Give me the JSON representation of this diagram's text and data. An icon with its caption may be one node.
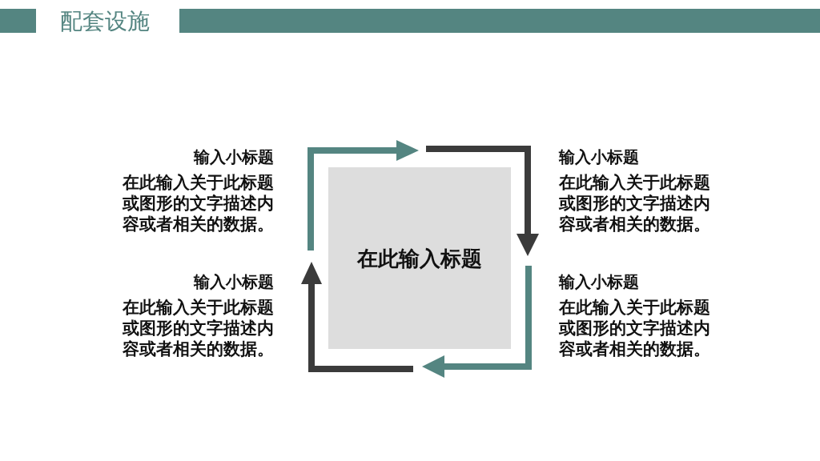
{
  "diagram": {
    "title": "配套设施",
    "nodes": [
      {
        "text": [
          "在此输入标题"
        ]
      }
    ],
    "labels": [
      "输入小标题",
      "在此输入关于此标题或图形的文字描述内容或者相关的数据。",
      "输入小标题",
      "在此输入关于此标题或图形的文字描述内容或者相关的数据。",
      "输入小标题",
      "在此输入关于此标题或图形的文字描述内容或者相关的数据。",
      "输入小标题",
      "在此输入关于此标题或图形的文字描述内容或者相关的数据。"
    ]
  }
}
